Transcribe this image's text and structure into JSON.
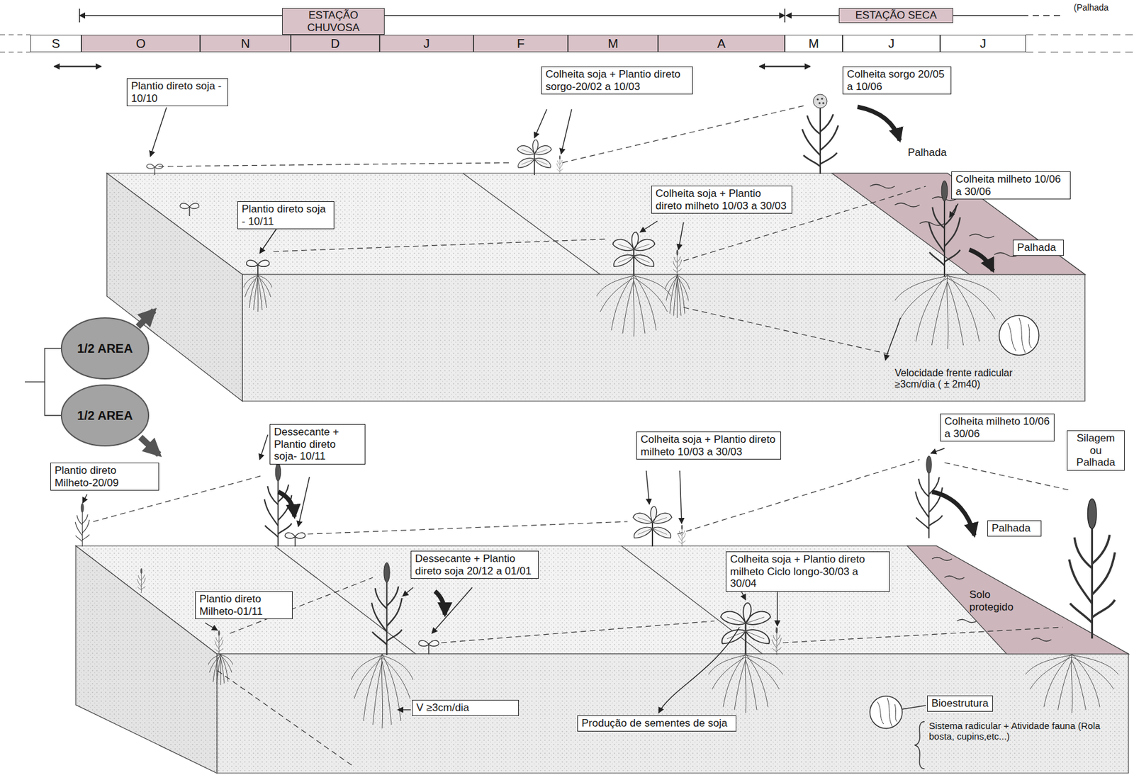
{
  "diagram": {
    "nodes": [
      {
        "text": [
          "ESTAÇÃO CHUVOSA"
        ]
      },
      {
        "text": [
          "ESTAÇÃO SECA"
        ]
      },
      {
        "text": [
          "S"
        ]
      },
      {
        "text": [
          "O"
        ]
      },
      {
        "text": [
          "N"
        ]
      },
      {
        "text": [
          "D"
        ]
      },
      {
        "text": [
          "J"
        ]
      },
      {
        "text": [
          "F"
        ]
      },
      {
        "text": [
          "M"
        ]
      },
      {
        "text": [
          "A"
        ]
      },
      {
        "text": [
          "M"
        ]
      },
      {
        "text": [
          "J"
        ]
      },
      {
        "text": [
          "J"
        ]
      },
      {
        "text": [
          "Plantio direto soja - 10/10"
        ]
      },
      {
        "text": [
          "Colheita soja + Plantio direto sorgo-20/02 a 10/03"
        ]
      },
      {
        "text": [
          "Colheita sorgo 20/05 a 10/06"
        ]
      },
      {
        "text": [
          "Plantio direto soja - 10/11"
        ]
      },
      {
        "text": [
          "Colheita soja + Plantio direto milheto 10/03 a 30/03"
        ]
      },
      {
        "text": [
          "Colheita milheto 10/06 a 30/06"
        ]
      },
      {
        "text": [
          "Palhada"
        ]
      },
      {
        "text": [
          "1/2 AREA"
        ]
      },
      {
        "text": [
          "1/2 AREA"
        ]
      },
      {
        "text": [
          "Plantio direto Milheto-20/09"
        ]
      },
      {
        "text": [
          "Dessecante + Plantio direto soja- 10/11"
        ]
      },
      {
        "text": [
          "Colheita soja + Plantio direto milheto 10/03 a 30/03"
        ]
      },
      {
        "text": [
          "Colheita milheto 10/06 a 30/06"
        ]
      },
      {
        "text": [
          "Silagem ou Palhada"
        ]
      },
      {
        "text": [
          "Palhada"
        ]
      },
      {
        "text": [
          "Plantio direto Milheto-01/11"
        ]
      },
      {
        "text": [
          "Dessecante + Plantio direto soja 20/12 a 01/01"
        ]
      },
      {
        "text": [
          "Colheita soja + Plantio direto milheto Ciclo longo-30/03 a 30/04"
        ]
      },
      {
        "text": [
          "V ≥3cm/dia"
        ]
      },
      {
        "text": [
          "Produção de sementes de soja"
        ]
      },
      {
        "text": [
          "Bioestrutura"
        ]
      }
    ],
    "edges": [
      {
        "from": 20,
        "to": 21,
        "arrow": "none"
      }
    ],
    "labels": [
      "(Palhada",
      "Palhada",
      "Velocidade frente radicular ≥3cm/dia ( ± 2m40)",
      "Solo protegido",
      "Sistema radicular + Atividade fauna (Rola bosta, cupins,etc...)"
    ]
  }
}
